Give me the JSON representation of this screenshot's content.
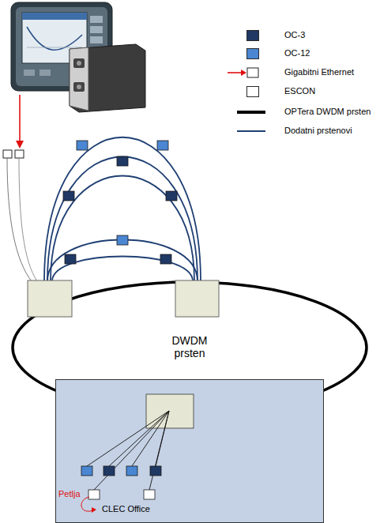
{
  "diagram": {
    "nodes": [
      {
        "text": [
          "DWDM prsten"
        ]
      },
      {
        "text": [
          "CLEC Office"
        ]
      }
    ],
    "labels": [
      "Petlja"
    ],
    "legend": [
      {
        "text": "OC-3",
        "color": "#1f3864"
      },
      {
        "text": "OC-12",
        "color": "#4a86d2"
      },
      {
        "text": "Gigabitni Ethernet"
      },
      {
        "text": "ESCON",
        "color": "#ffffff"
      },
      {
        "text": "OPTera DWDM prsten"
      },
      {
        "text": "Dodatni prstenovi"
      }
    ]
  }
}
